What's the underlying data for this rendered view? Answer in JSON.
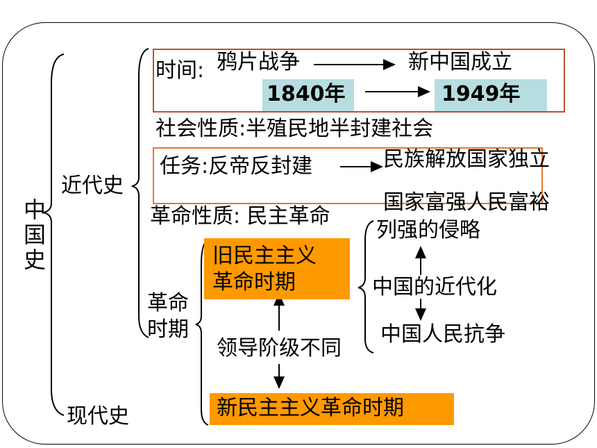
{
  "root": "中国史",
  "modern": {
    "label": "近代史",
    "time_label": "时间:",
    "start_event": "鸦片战争",
    "end_event": "新中国成立",
    "start_year": "1840年",
    "end_year": "1949年",
    "society_nature": "社会性质:半殖民地半封建社会",
    "task_label": "任务:反帝反封建",
    "goal_1": "民族解放国家独立",
    "goal_2": "国家富强人民富裕",
    "revolution_nature": "革命性质: 民主革命",
    "periods_label": "革命\n时期",
    "old_period": "旧民主主义\n革命时期",
    "leadership_diff": "领导阶级不同",
    "new_period": "新民主主义革命时期",
    "threads": [
      "列强的侵略",
      "中国的近代化",
      "中国人民抗争"
    ]
  },
  "contemporary": {
    "label": "现代史"
  }
}
